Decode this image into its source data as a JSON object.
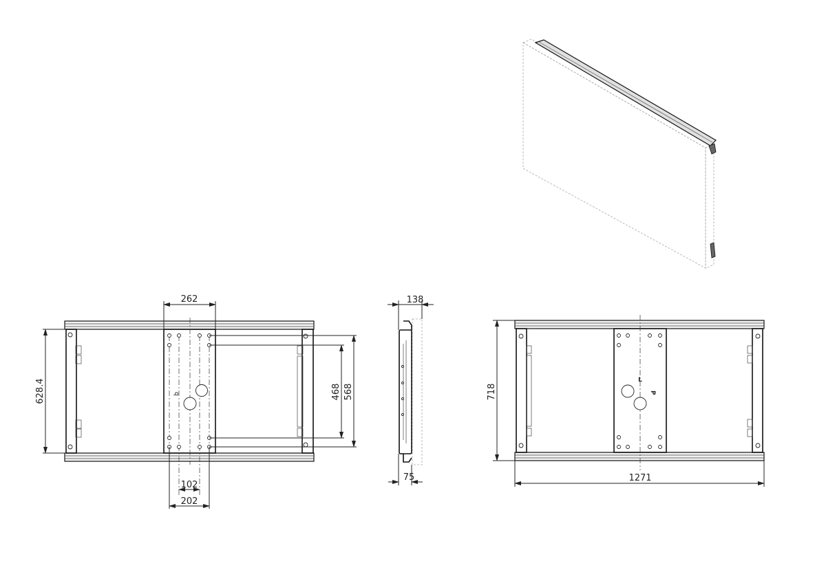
{
  "drawing": {
    "front_view_left": {
      "dimensions": {
        "plate_width": "262",
        "frame_height": "628.4",
        "hole_spacing_inner_vertical": "468",
        "hole_spacing_outer_vertical": "568",
        "hole_spacing_inner_horizontal": "102",
        "hole_spacing_outer_horizontal": "202"
      },
      "marker": "q"
    },
    "side_view": {
      "dimensions": {
        "total_depth": "138",
        "bracket_depth": "75"
      }
    },
    "front_view_right": {
      "dimensions": {
        "height": "718",
        "width": "1271"
      },
      "markers": [
        "L",
        "P"
      ]
    }
  }
}
